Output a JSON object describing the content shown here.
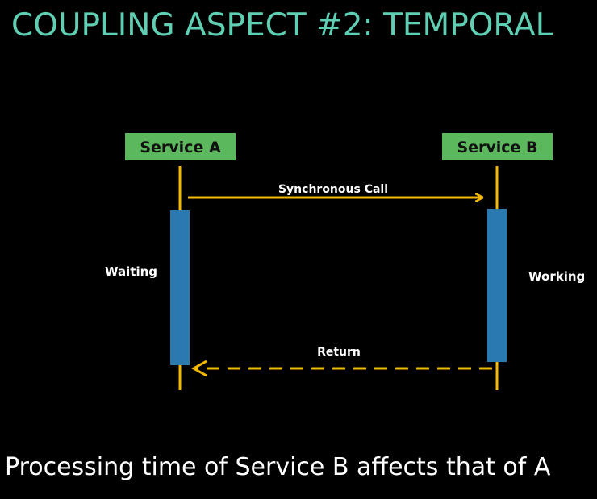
{
  "title": "COUPLING ASPECT #2: TEMPORAL",
  "diagram": {
    "participants": [
      {
        "label": "Service A"
      },
      {
        "label": "Service B"
      }
    ],
    "messages": {
      "call": "Synchronous Call",
      "return": "Return"
    },
    "states": {
      "a": "Waiting",
      "b": "Working"
    },
    "colors": {
      "title": "#5ecfb3",
      "participant_box": "#5cb85c",
      "lifeline": "#f5b800",
      "activation": "#2a7ab0",
      "arrow": "#f5b800"
    }
  },
  "caption": "Processing time of Service B affects that of A"
}
